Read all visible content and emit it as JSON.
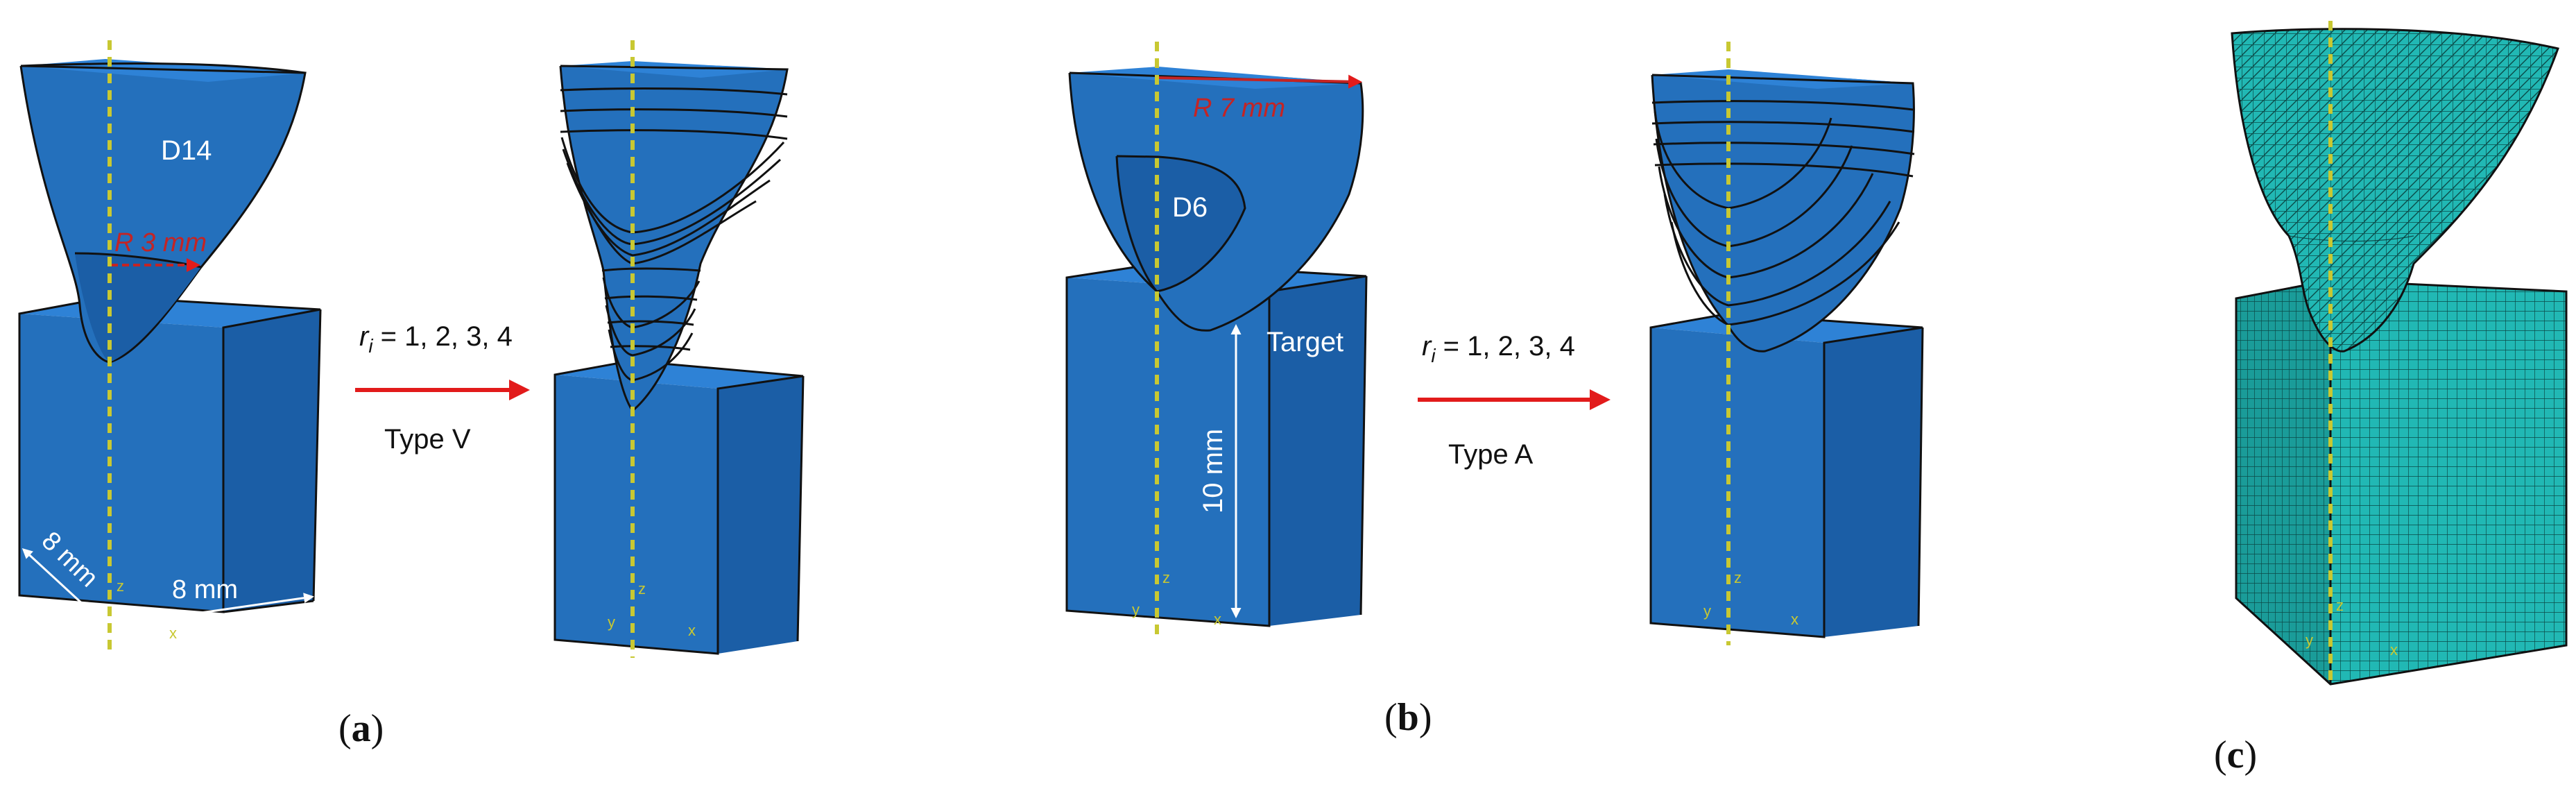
{
  "panel_a": {
    "tag_label": "D14",
    "radius_label": "R 3 mm",
    "dim_depth": "8 mm",
    "dim_width": "8 mm",
    "transform_label": "r",
    "transform_sub": "i",
    "transform_values": " = 1, 2, 3, 4",
    "type_label": "Type V",
    "caption_open": "(",
    "caption_letter": "a",
    "caption_close": ")"
  },
  "panel_b": {
    "tag_label": "D6",
    "radius_label": "R 7 mm",
    "target_label": "Target",
    "dim_height": "10 mm",
    "transform_label": "r",
    "transform_sub": "i",
    "transform_values": " = 1, 2, 3, 4",
    "type_label": "Type A",
    "caption_open": "(",
    "caption_letter": "b",
    "caption_close": ")"
  },
  "panel_c": {
    "caption_open": "(",
    "caption_letter": "c",
    "caption_close": ")"
  },
  "axis_labels": {
    "x": "x",
    "y": "y",
    "z": "z"
  },
  "colors": {
    "body_top": "#2e82d6",
    "body_front": "#2470bc",
    "body_side": "#1b5ea6",
    "mesh": "#21b8b4",
    "arrow": "#e21b1b",
    "radius_text": "#c42424",
    "axis": "#c8c832"
  }
}
